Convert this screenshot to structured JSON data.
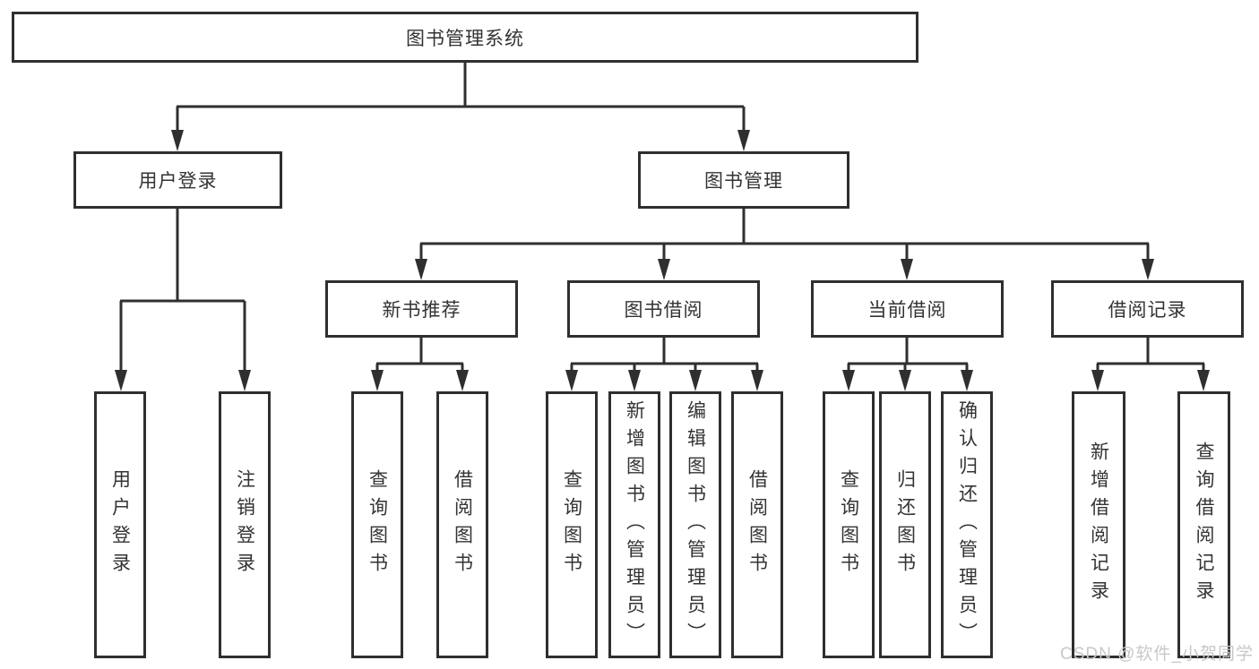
{
  "diagram": {
    "tree": {
      "label": "图书管理系统",
      "children": [
        {
          "label": "用户登录",
          "children": [
            {
              "label": "用户登录"
            },
            {
              "label": "注销登录"
            }
          ]
        },
        {
          "label": "图书管理",
          "children": [
            {
              "label": "新书推荐",
              "children": [
                {
                  "label": "查询图书"
                },
                {
                  "label": "借阅图书"
                }
              ]
            },
            {
              "label": "图书借阅",
              "children": [
                {
                  "label": "查询图书"
                },
                {
                  "label": "新增图书（管理员）"
                },
                {
                  "label": "编辑图书（管理员）"
                },
                {
                  "label": "借阅图书"
                }
              ]
            },
            {
              "label": "当前借阅",
              "children": [
                {
                  "label": "查询图书"
                },
                {
                  "label": "归还图书"
                },
                {
                  "label": "确认归还（管理员）"
                }
              ]
            },
            {
              "label": "借阅记录",
              "children": [
                {
                  "label": "新增借阅记录"
                },
                {
                  "label": "查询借阅记录"
                }
              ]
            }
          ]
        }
      ]
    },
    "watermark": "CSDN @软件_小贺同学",
    "colors": {
      "line": "#2f2f2f",
      "box_border": "#2f2f2f",
      "text": "#333333",
      "watermark": "#c8c8c8",
      "background": "#ffffff"
    }
  }
}
